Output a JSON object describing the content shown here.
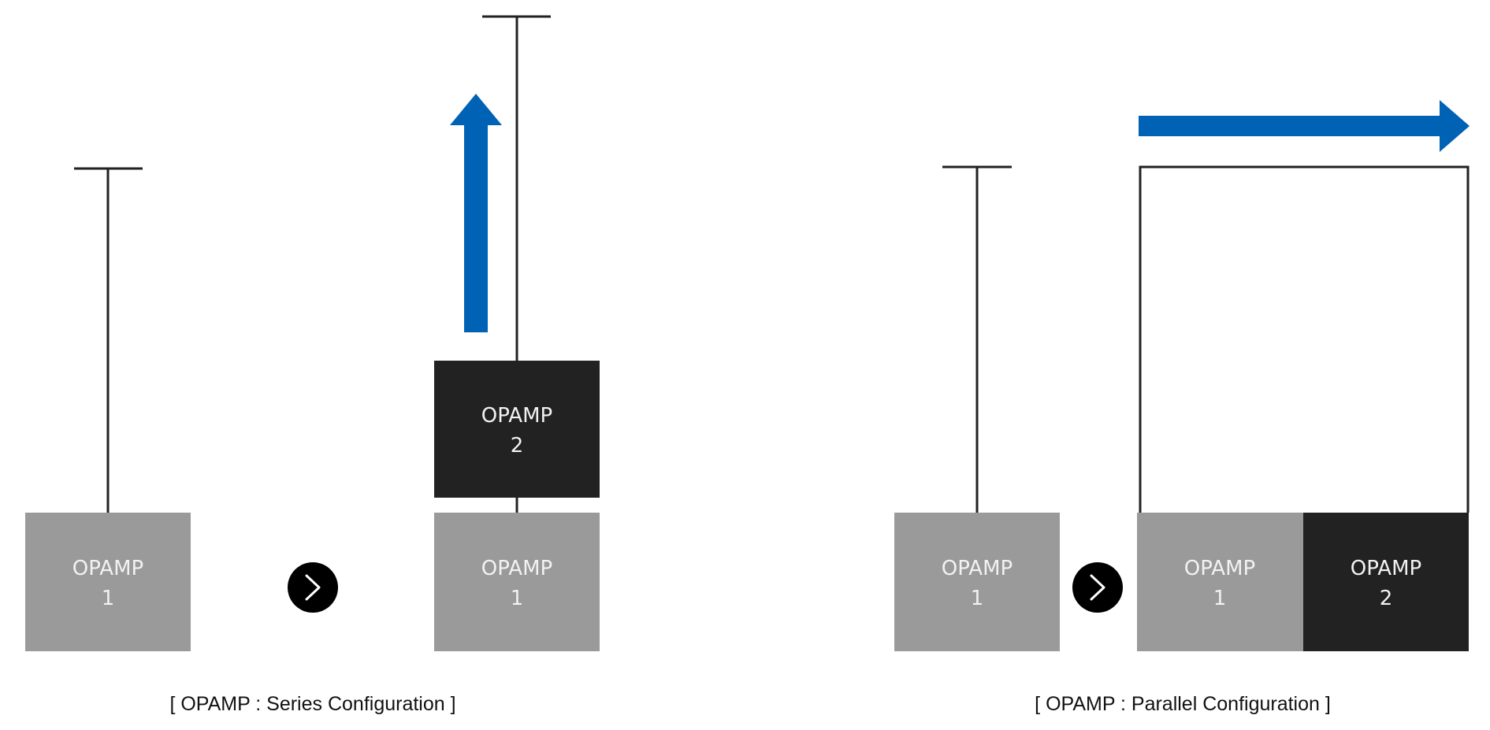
{
  "colors": {
    "opamp_gray": "#9a9a9a",
    "opamp_dark": "#222222",
    "arrow_blue": "#0062b5",
    "line": "#222222",
    "next_circle": "#000000"
  },
  "series": {
    "left_opamp": {
      "line1": "OPAMP",
      "line2": "1"
    },
    "next_icon": "chevron-right-icon",
    "stack_top_opamp": {
      "line1": "OPAMP",
      "line2": "2"
    },
    "stack_bottom_opamp": {
      "line1": "OPAMP",
      "line2": "1"
    },
    "arrow_icon": "arrow-up-icon",
    "caption": "[ OPAMP : Series Configuration ]"
  },
  "parallel": {
    "left_opamp": {
      "line1": "OPAMP",
      "line2": "1"
    },
    "next_icon": "chevron-right-icon",
    "pair_left_opamp": {
      "line1": "OPAMP",
      "line2": "1"
    },
    "pair_right_opamp": {
      "line1": "OPAMP",
      "line2": "2"
    },
    "arrow_icon": "arrow-right-icon",
    "caption": "[ OPAMP : Parallel Configuration ]"
  }
}
